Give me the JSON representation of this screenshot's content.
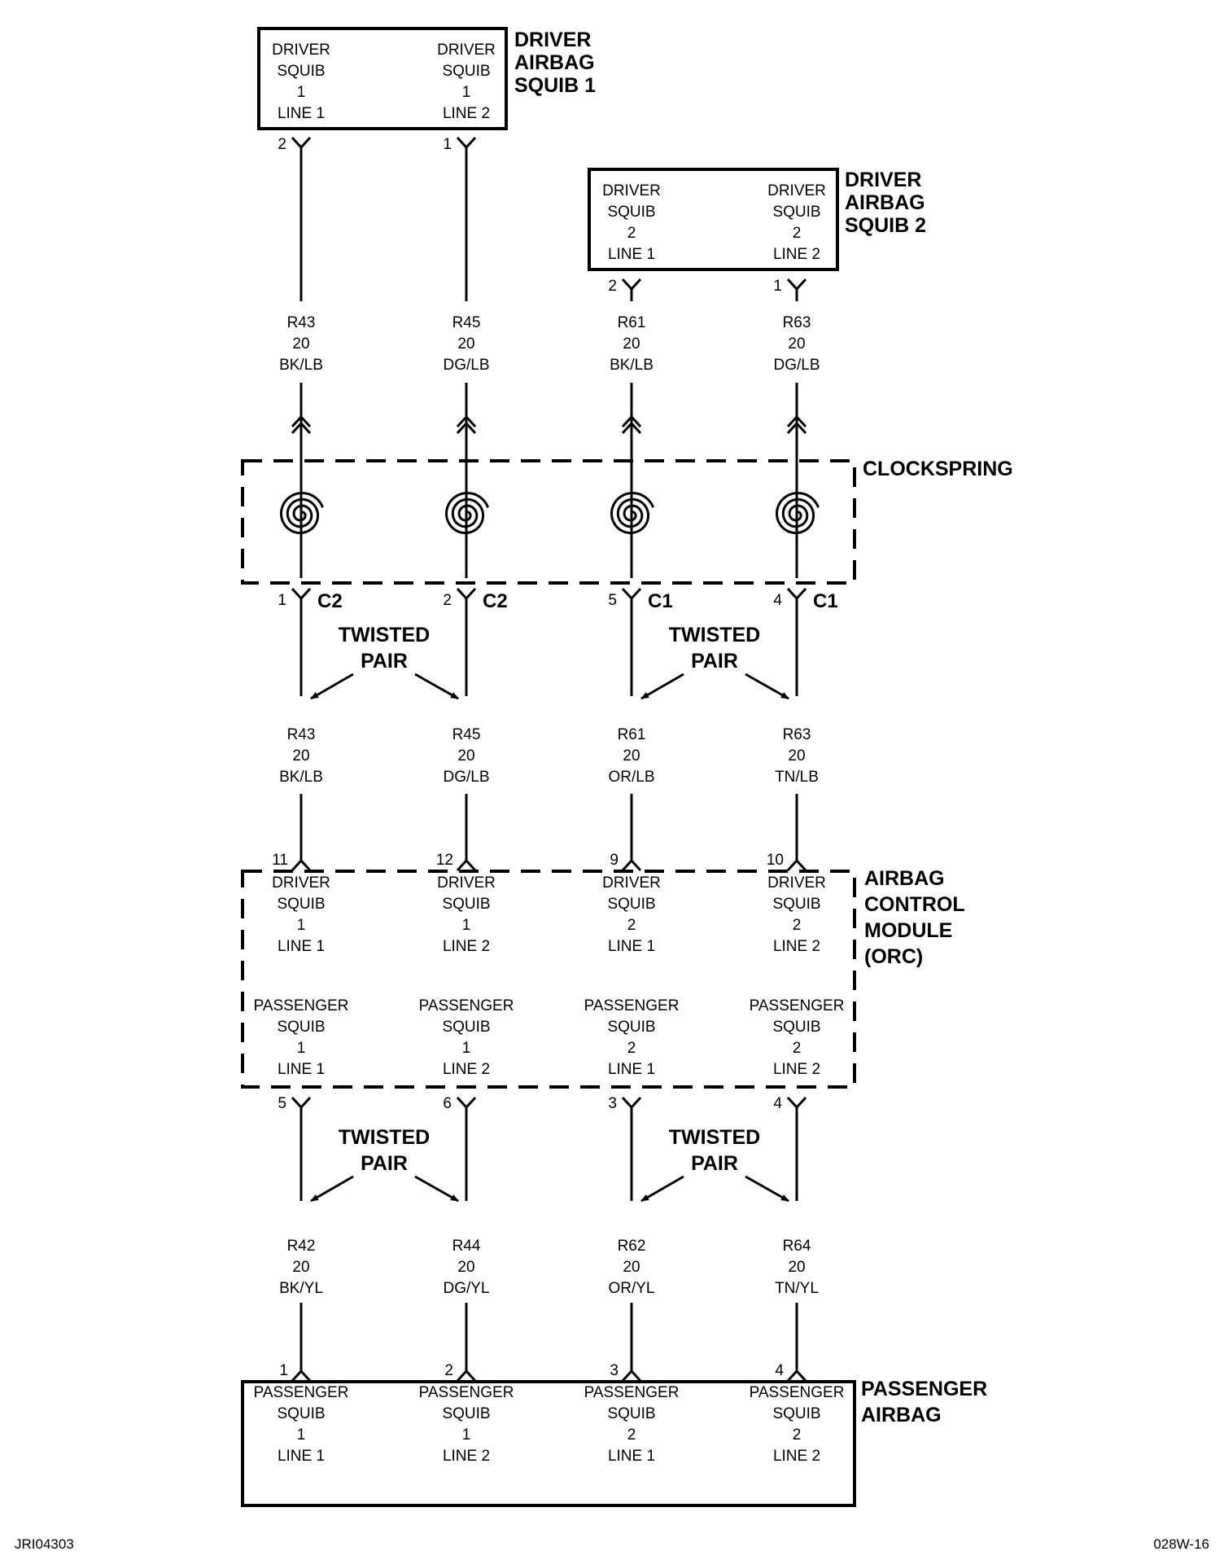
{
  "driver_squib_1": {
    "title": [
      "DRIVER",
      "AIRBAG",
      "SQUIB 1"
    ],
    "line1": [
      "DRIVER",
      "SQUIB",
      "1",
      "LINE 1"
    ],
    "line2": [
      "DRIVER",
      "SQUIB",
      "1",
      "LINE 2"
    ],
    "pins": [
      "2",
      "1"
    ]
  },
  "driver_squib_2": {
    "title": [
      "DRIVER",
      "AIRBAG",
      "SQUIB 2"
    ],
    "line1": [
      "DRIVER",
      "SQUIB",
      "2",
      "LINE 1"
    ],
    "line2": [
      "DRIVER",
      "SQUIB",
      "2",
      "LINE 2"
    ],
    "pins": [
      "2",
      "1"
    ]
  },
  "upper_wires": [
    [
      "R43",
      "20",
      "BK/LB"
    ],
    [
      "R45",
      "20",
      "DG/LB"
    ],
    [
      "R61",
      "20",
      "BK/LB"
    ],
    [
      "R63",
      "20",
      "DG/LB"
    ]
  ],
  "clockspring": {
    "title": "CLOCKSPRING",
    "pins": [
      "1",
      "2",
      "5",
      "4"
    ],
    "connectors": [
      "C2",
      "C2",
      "C1",
      "C1"
    ]
  },
  "twisted_pair_label": [
    "TWISTED",
    "PAIR"
  ],
  "middle_wires": [
    [
      "R43",
      "20",
      "BK/LB"
    ],
    [
      "R45",
      "20",
      "DG/LB"
    ],
    [
      "R61",
      "20",
      "OR/LB"
    ],
    [
      "R63",
      "20",
      "TN/LB"
    ]
  ],
  "acm": {
    "title": [
      "AIRBAG",
      "CONTROL",
      "MODULE",
      "(ORC)"
    ],
    "top_pins": [
      "11",
      "12",
      "9",
      "10"
    ],
    "driver_labels": [
      [
        "DRIVER",
        "SQUIB",
        "1",
        "LINE 1"
      ],
      [
        "DRIVER",
        "SQUIB",
        "1",
        "LINE 2"
      ],
      [
        "DRIVER",
        "SQUIB",
        "2",
        "LINE 1"
      ],
      [
        "DRIVER",
        "SQUIB",
        "2",
        "LINE 2"
      ]
    ],
    "passenger_labels": [
      [
        "PASSENGER",
        "SQUIB",
        "1",
        "LINE 1"
      ],
      [
        "PASSENGER",
        "SQUIB",
        "1",
        "LINE 2"
      ],
      [
        "PASSENGER",
        "SQUIB",
        "2",
        "LINE 1"
      ],
      [
        "PASSENGER",
        "SQUIB",
        "2",
        "LINE 2"
      ]
    ],
    "bottom_pins": [
      "5",
      "6",
      "3",
      "4"
    ]
  },
  "lower_wires": [
    [
      "R42",
      "20",
      "BK/YL"
    ],
    [
      "R44",
      "20",
      "DG/YL"
    ],
    [
      "R62",
      "20",
      "OR/YL"
    ],
    [
      "R64",
      "20",
      "TN/YL"
    ]
  ],
  "passenger_airbag": {
    "title": [
      "PASSENGER",
      "AIRBAG"
    ],
    "pins": [
      "1",
      "2",
      "3",
      "4"
    ],
    "labels": [
      [
        "PASSENGER",
        "SQUIB",
        "1",
        "LINE 1"
      ],
      [
        "PASSENGER",
        "SQUIB",
        "1",
        "LINE 2"
      ],
      [
        "PASSENGER",
        "SQUIB",
        "2",
        "LINE 1"
      ],
      [
        "PASSENGER",
        "SQUIB",
        "2",
        "LINE 2"
      ]
    ]
  },
  "footer": {
    "left": "JRI04303",
    "right": "028W-16"
  }
}
